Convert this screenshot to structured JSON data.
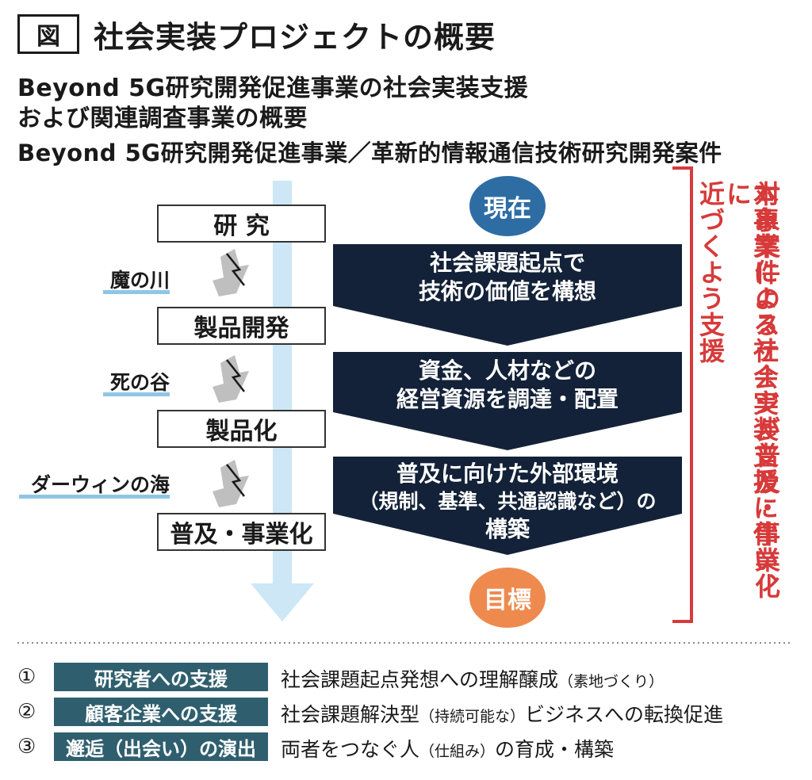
{
  "header": {
    "figure_tag": "図",
    "title": "社会実装プロジェクトの概要",
    "subtitle_line1": "Beyond 5G研究開発促進事業の社会実装支援",
    "subtitle_line2": "および関連調査事業の概要",
    "subtitle_line3": "Beyond 5G研究開発促進事業／革新的情報通信技術研究開発案件"
  },
  "stages": [
    "研 究",
    "製品開発",
    "製品化",
    "普及・事業化"
  ],
  "hurdles": [
    "魔の川",
    "死の谷",
    "ダーウィンの海"
  ],
  "steps": [
    {
      "line1": "社会課題起点で",
      "line2": "技術の価値を構想"
    },
    {
      "line1": "資金、人材などの",
      "line2": "経営資源を調達・配置"
    },
    {
      "line1": "普及に向けた外部環境",
      "line2": "（規制、基準、共通認識など）の",
      "line3": "構築"
    }
  ],
  "current_label": "現在",
  "goal_label": "目標",
  "side_note": "本事業による社会実装支援に伴い、対象案件のステージが普及・事業化に近づくよう支援",
  "side_note_col1": "本事業による社会実装支援に伴い、",
  "side_note_col2": "対象案件のステージが普及・事業化に",
  "side_note_col3": "近づくよう支援",
  "supports": [
    {
      "num": "①",
      "label": "研究者への支援",
      "desc": "社会課題起点発想への理解醸成",
      "paren": "（素地づくり）",
      "desc_after": ""
    },
    {
      "num": "②",
      "label": "顧客企業への支援",
      "desc": "社会課題解決型",
      "paren": "（持続可能な）",
      "desc_after": "ビジネスへの転換促進"
    },
    {
      "num": "③",
      "label": "邂逅（出会い）の演出",
      "desc": "両者をつなぐ人",
      "paren": "（仕組み）",
      "desc_after": "の育成・構築"
    }
  ],
  "colors": {
    "chevron": "#132238",
    "current_circle": "#2e6da4",
    "goal_circle": "#ee8a4e",
    "side_note": "#d73a3a",
    "label_box": "#2f5f6e",
    "progress_arrow": "#cde7f6",
    "hurdle_underline": "#8fc6e4"
  },
  "icons": [
    "lightning-icon"
  ]
}
